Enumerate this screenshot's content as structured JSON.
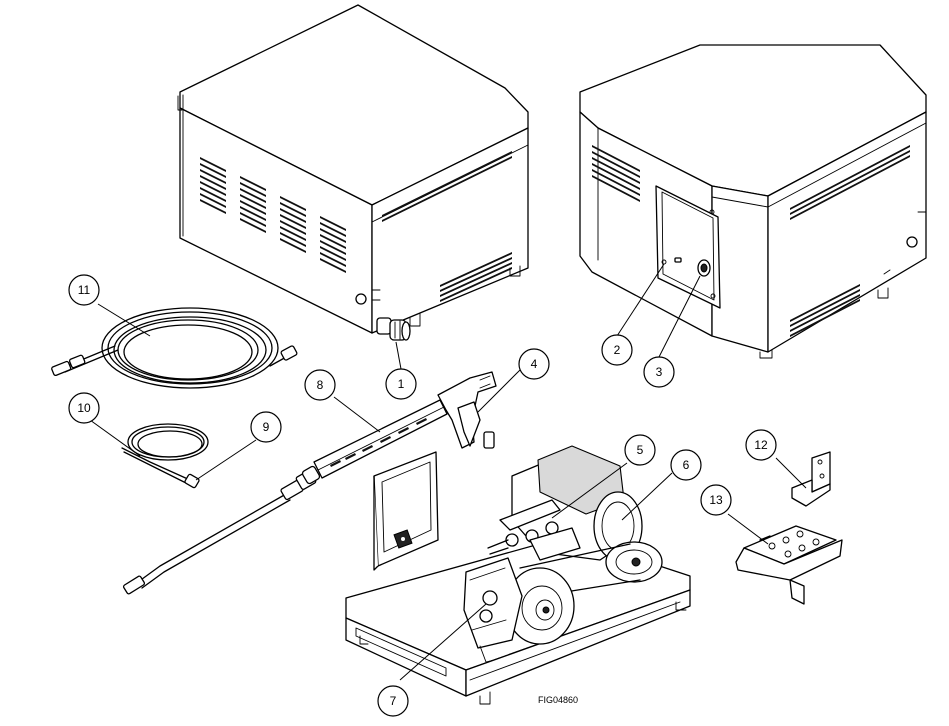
{
  "figure_id": "FIG04860",
  "callouts": [
    {
      "id": "c1",
      "label": "1"
    },
    {
      "id": "c2",
      "label": "2"
    },
    {
      "id": "c3",
      "label": "3"
    },
    {
      "id": "c4",
      "label": "4"
    },
    {
      "id": "c5",
      "label": "5"
    },
    {
      "id": "c6",
      "label": "6"
    },
    {
      "id": "c7",
      "label": "7"
    },
    {
      "id": "c8",
      "label": "8"
    },
    {
      "id": "c9",
      "label": "9"
    },
    {
      "id": "c10",
      "label": "10"
    },
    {
      "id": "c11",
      "label": "11"
    },
    {
      "id": "c12",
      "label": "12"
    },
    {
      "id": "c13",
      "label": "13"
    }
  ]
}
